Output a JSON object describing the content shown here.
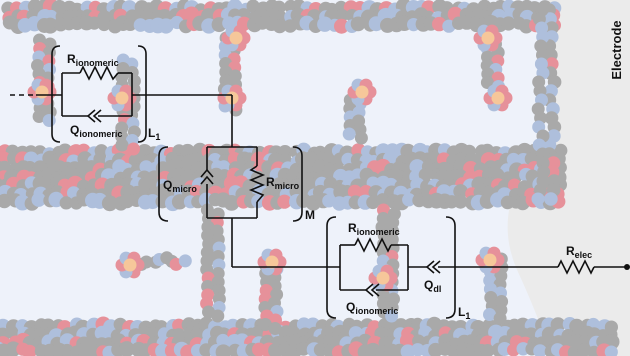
{
  "electrode_label": "Electrode",
  "circuit": {
    "L1_top": {
      "R": {
        "base": "R",
        "sub": "ionomeric"
      },
      "Q": {
        "base": "Q",
        "sub": "ionomeric"
      },
      "tag": {
        "base": "L",
        "sub": "1"
      }
    },
    "M": {
      "Q": {
        "base": "Q",
        "sub": "micro"
      },
      "R": {
        "base": "R",
        "sub": "micro"
      },
      "tag": "M"
    },
    "L1_bottom": {
      "R": {
        "base": "R",
        "sub": "ionomeric"
      },
      "Q": {
        "base": "Q",
        "sub": "ionomeric"
      },
      "Qdl": {
        "base": "Q",
        "sub": "dl"
      },
      "tag": {
        "base": "L",
        "sub": "1"
      }
    },
    "Relec": {
      "base": "R",
      "sub": "elec"
    }
  },
  "colors": {
    "carbon": "#a9a9a9",
    "ionomer_blue": "#aebfdc",
    "ionomer_red": "#e6919a",
    "catalyst_orange": "#f6c79a",
    "pore_fill": "#eef2fa",
    "electrode_fill": "#ebebeb",
    "wire": "#111111"
  }
}
